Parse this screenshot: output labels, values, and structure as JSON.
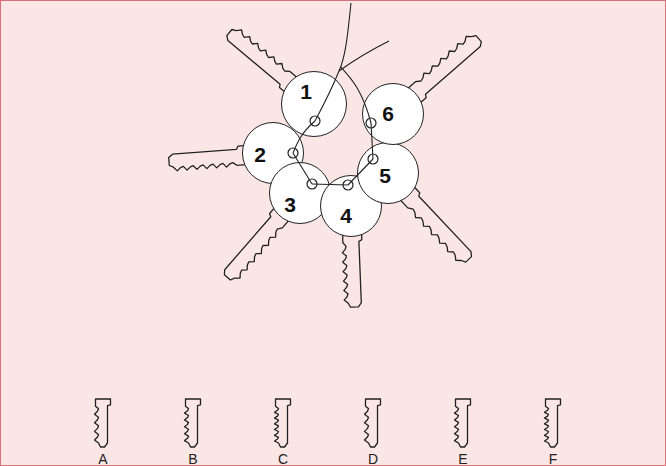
{
  "diagram": {
    "nodes": [
      {
        "text": [
          "1"
        ]
      },
      {
        "text": [
          "2"
        ]
      },
      {
        "text": [
          "3"
        ]
      },
      {
        "text": [
          "4"
        ]
      },
      {
        "text": [
          "5"
        ]
      },
      {
        "text": [
          "6"
        ]
      }
    ],
    "labels": [
      "A",
      "B",
      "C",
      "D",
      "E",
      "F"
    ]
  }
}
